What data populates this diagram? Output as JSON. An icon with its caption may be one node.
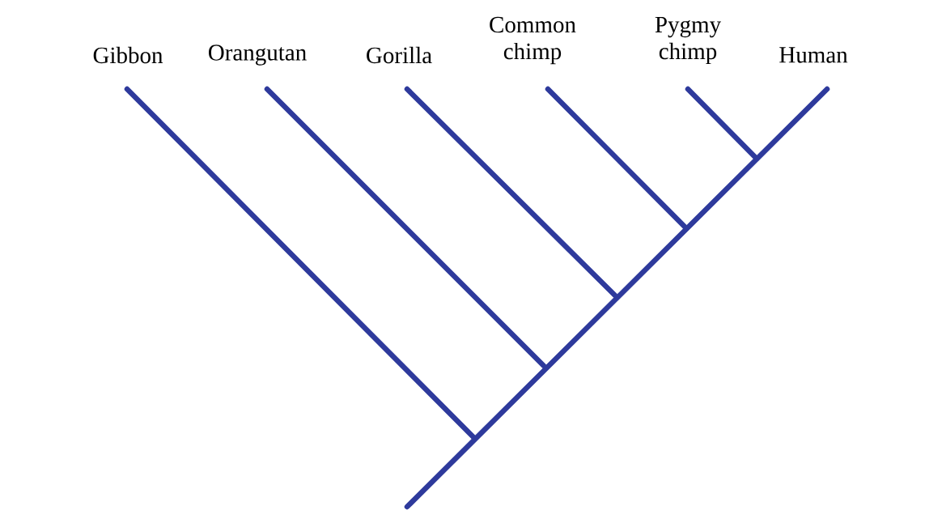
{
  "diagram": {
    "labels": [
      "Gibbon",
      "Orangutan",
      "Gorilla",
      "Common chimp",
      "Pygmy chimp",
      "Human"
    ]
  }
}
